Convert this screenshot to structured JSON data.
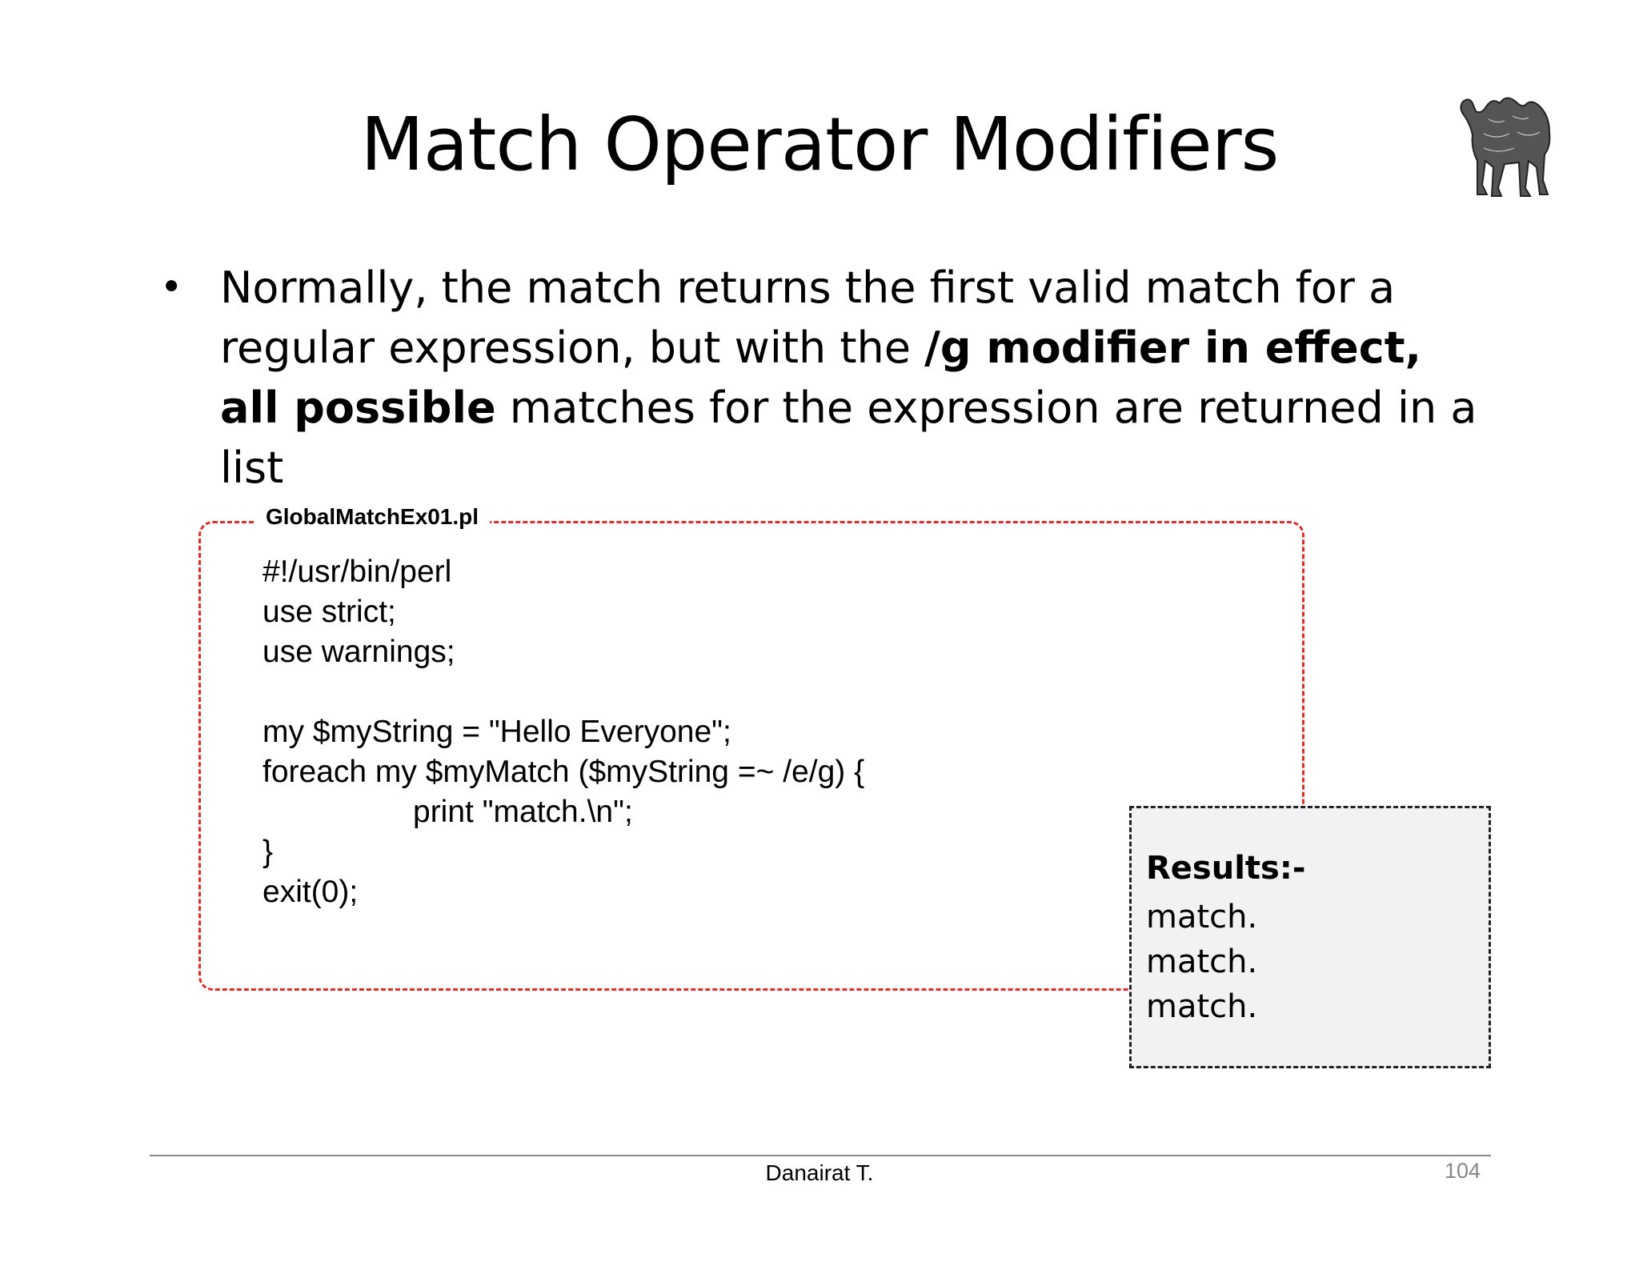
{
  "slide": {
    "title": "Match Operator Modifiers",
    "bullet": {
      "text_before": "Normally, the match returns the first valid match for a regular expression, but with the ",
      "bold_text": "/g modifier in effect, all possible",
      "text_after": " matches for the expression are returned in a list"
    }
  },
  "code_example": {
    "filename": "GlobalMatchEx01.pl",
    "lines": [
      "#!/usr/bin/perl",
      "use strict;",
      "use warnings;",
      "",
      "my $myString = \"Hello Everyone\";",
      "foreach my $myMatch ($myString =~ /e/g) {",
      "print \"match.\\n\";",
      "}",
      "exit(0);"
    ]
  },
  "results": {
    "title": "Results:-",
    "lines": [
      "match.",
      "match.",
      "match."
    ]
  },
  "footer": {
    "author": "Danairat T.",
    "page_number": "104"
  },
  "icons": {
    "logo": "perl-camel-icon"
  },
  "colors": {
    "code_border": "#e02b2b",
    "results_background": "#f2f1f3"
  }
}
